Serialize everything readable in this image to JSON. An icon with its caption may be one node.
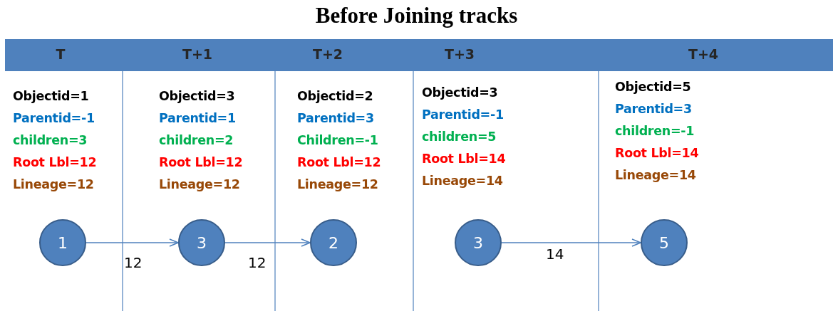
{
  "diagram": {
    "title": "Before Joining tracks",
    "nodes": [
      {
        "text": [
          "T",
          "T+1",
          "T+2",
          "T+3",
          "T+4"
        ]
      },
      {
        "text": [
          "1"
        ]
      },
      {
        "text": [
          "3"
        ]
      },
      {
        "text": [
          "2"
        ]
      },
      {
        "text": [
          "3"
        ]
      },
      {
        "text": [
          "5"
        ]
      }
    ],
    "edges": [
      {
        "from": 1,
        "to": 2,
        "arrow": "to",
        "label": "12"
      },
      {
        "from": 2,
        "to": 3,
        "arrow": "to",
        "label": "12"
      },
      {
        "from": 4,
        "to": 5,
        "arrow": "to",
        "label": "14"
      }
    ],
    "labels": [
      "Objectid=1",
      "Parentid=-1",
      "children=3",
      "Root Lbl=12",
      "Lineage=12",
      "Objectid=3",
      "Parentid=1",
      "children=2",
      "Root Lbl=12",
      "Lineage=12",
      "Objectid=2",
      "Parentid=3",
      "Children=-1",
      "Root Lbl=12",
      "Lineage=12",
      "Objectid=3",
      "Parentid=-1",
      "children=5",
      "Root Lbl=14",
      "Lineage=14",
      "Objectid=5",
      "Parentid=3",
      "children=-1",
      "Root Lbl=14",
      "Lineage=14"
    ]
  }
}
